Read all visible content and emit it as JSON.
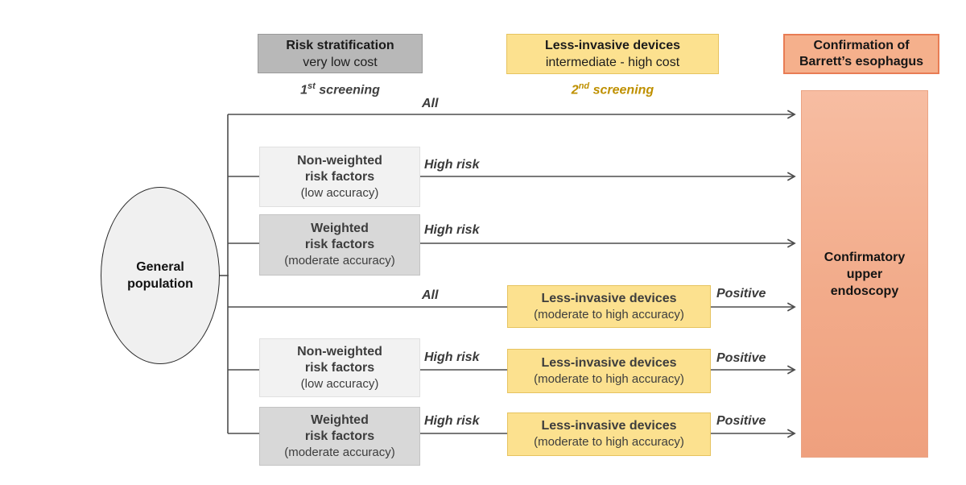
{
  "colors": {
    "line": "#4d4d4d",
    "gold_text": "#bf9000",
    "gray_header_fill": "#b8b8b8",
    "light_gray_box_fill": "#f2f2f2",
    "medium_gray_box_fill": "#d8d8d8",
    "yellow_box_fill": "#fce18f",
    "salmon_header_fill": "#f5b08c",
    "salmon_big_box_top": "#f7bda2",
    "salmon_big_box_bottom": "#efa07e"
  },
  "headers": {
    "risk": {
      "title": "Risk stratification",
      "subtitle": "very low cost"
    },
    "devices": {
      "title": "Less-invasive devices",
      "subtitle": "intermediate - high cost"
    },
    "confirmation": {
      "line1": "Confirmation of",
      "line2": "Barrett’s esophagus"
    }
  },
  "screening1": {
    "num": "1",
    "sup": "st",
    "text": " screening"
  },
  "screening2": {
    "num": "2",
    "sup": "nd",
    "text": " screening"
  },
  "general_population": "General population",
  "endoscopy": "Confirmatory upper endoscopy",
  "boxes": {
    "non_weighted": {
      "line1": "Non-weighted",
      "line2": "risk factors",
      "line3": "(low accuracy)"
    },
    "weighted": {
      "line1": "Weighted",
      "line2": "risk factors",
      "line3": "(moderate accuracy)"
    },
    "less_invasive": {
      "line1": "Less-invasive devices",
      "line2": "(moderate to high accuracy)"
    }
  },
  "labels": {
    "all": "All",
    "high_risk": "High risk",
    "positive": "Positive"
  }
}
